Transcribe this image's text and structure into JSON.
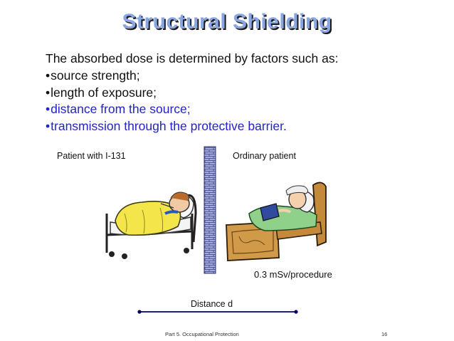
{
  "slide": {
    "title": "Structural  Shielding",
    "intro": "The absorbed dose is determined by factors such as:",
    "bullets": [
      {
        "text": "source strength;",
        "highlight": false
      },
      {
        "text": "length of exposure;",
        "highlight": false
      },
      {
        "text": "distance from the source;",
        "highlight": true
      },
      {
        "text": "transmission through the protective barrier.",
        "highlight": true
      }
    ],
    "bullet_symbol": "•",
    "colors": {
      "title": "#8aa5e4",
      "highlight": "#2323c8",
      "barrier": "#9fa6d8"
    }
  },
  "figure": {
    "left_label": "Patient with I-131",
    "right_label": "Ordinary patient",
    "dose_label": "0.3 mSv/procedure",
    "distance_label": "Distance d"
  },
  "footer": {
    "left": "Part 5. Occupational Protection",
    "page_number": "16"
  }
}
